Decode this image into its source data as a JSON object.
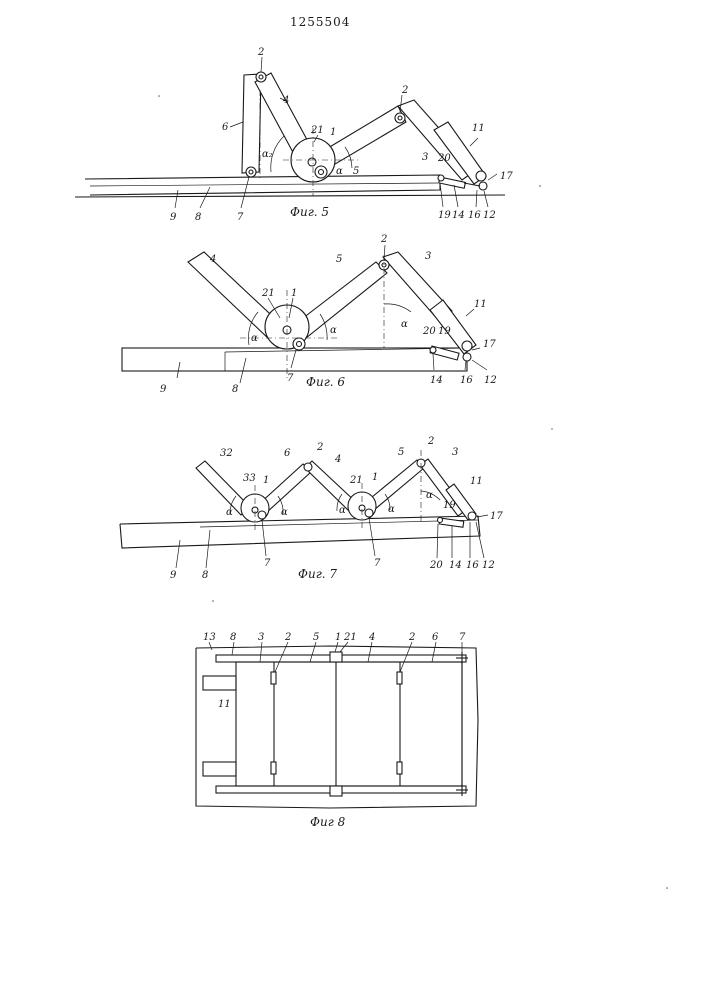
{
  "document": {
    "number": "1255504"
  },
  "fig5": {
    "caption": "Фиг. 5",
    "labels": {
      "p2": "2",
      "p4": "4",
      "p6": "6",
      "p21": "21",
      "p1": "1",
      "pa2": "α₂",
      "pa": "α",
      "p5": "5",
      "p9": "9",
      "p8": "8",
      "p7": "7",
      "q2": "2",
      "q3": "3",
      "q20": "20",
      "q11": "11",
      "q17": "17",
      "q19": "19",
      "q14": "14",
      "q16": "16",
      "q12": "12"
    }
  },
  "fig6": {
    "caption": "Фиг. 6",
    "labels": {
      "p4": "4",
      "p5": "5",
      "p2": "2",
      "p3": "3",
      "p21": "21",
      "p1": "1",
      "pa1": "α",
      "pa2": "α",
      "pa3": "α",
      "p11": "11",
      "p20": "20",
      "p19": "19",
      "p17": "17",
      "p9": "9",
      "p8": "8",
      "p7": "7",
      "p14": "14",
      "p16": "16",
      "p12": "12"
    }
  },
  "fig7": {
    "caption": "Фиг. 7",
    "labels": {
      "p32": "32",
      "p6": "6",
      "p2a": "2",
      "p4": "4",
      "p5": "5",
      "p2b": "2",
      "p3": "3",
      "p33": "33",
      "p1a": "1",
      "p21": "21",
      "p1b": "1",
      "pa1": "α",
      "pa2": "α",
      "pa3": "α",
      "pa4": "α",
      "pa5": "α",
      "p11": "11",
      "p19": "19",
      "p17": "17",
      "p9": "9",
      "p8": "8",
      "p7a": "7",
      "p7b": "7",
      "p20": "20",
      "p14": "14",
      "p16": "16",
      "p12": "12"
    }
  },
  "fig8": {
    "caption": "Фиг 8",
    "labels": {
      "p13": "13",
      "p8": "8",
      "p3": "3",
      "p2a": "2",
      "p5": "5",
      "p1": "1",
      "p21": "21",
      "p4": "4",
      "p2b": "2",
      "p6": "6",
      "p7": "7",
      "p11": "11"
    }
  }
}
